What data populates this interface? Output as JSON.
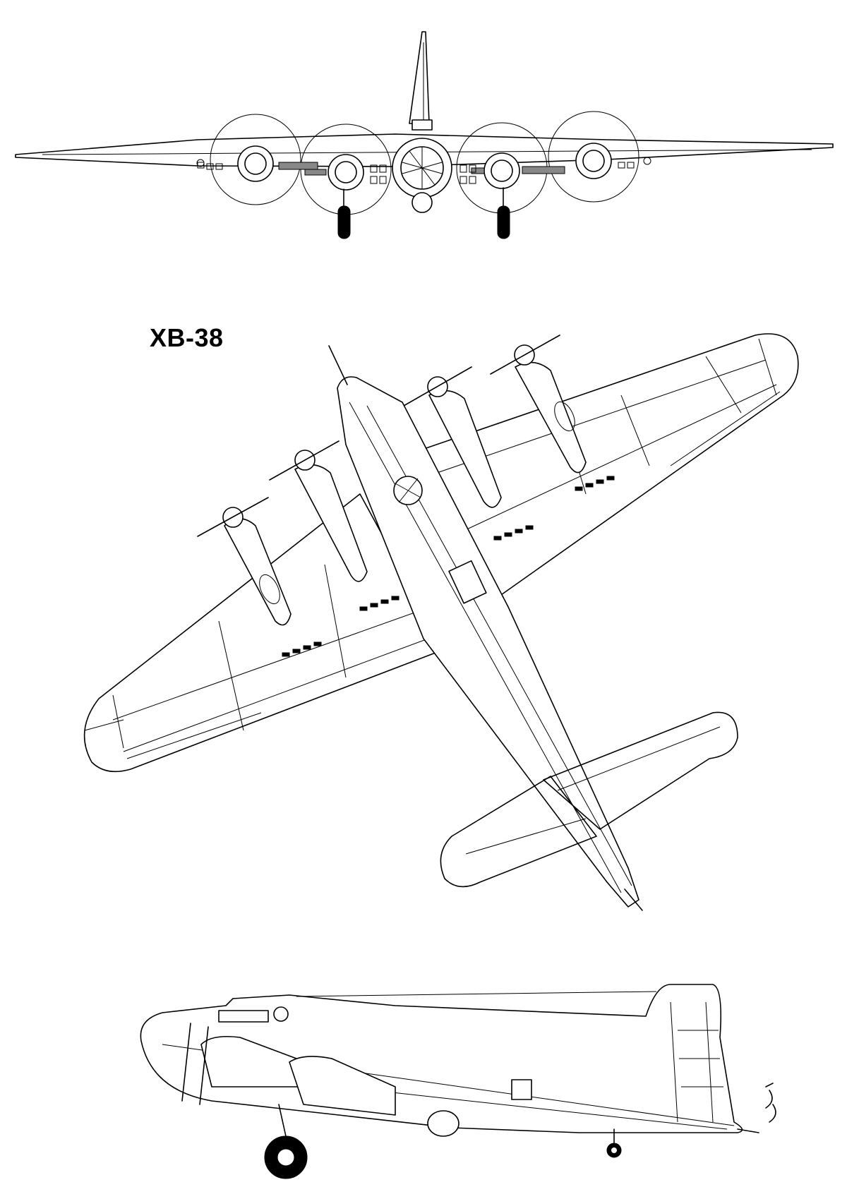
{
  "title": "XB-38",
  "views": [
    "front-view",
    "top-view",
    "side-view"
  ],
  "colors": {
    "line": "#000000",
    "background": "#ffffff"
  }
}
